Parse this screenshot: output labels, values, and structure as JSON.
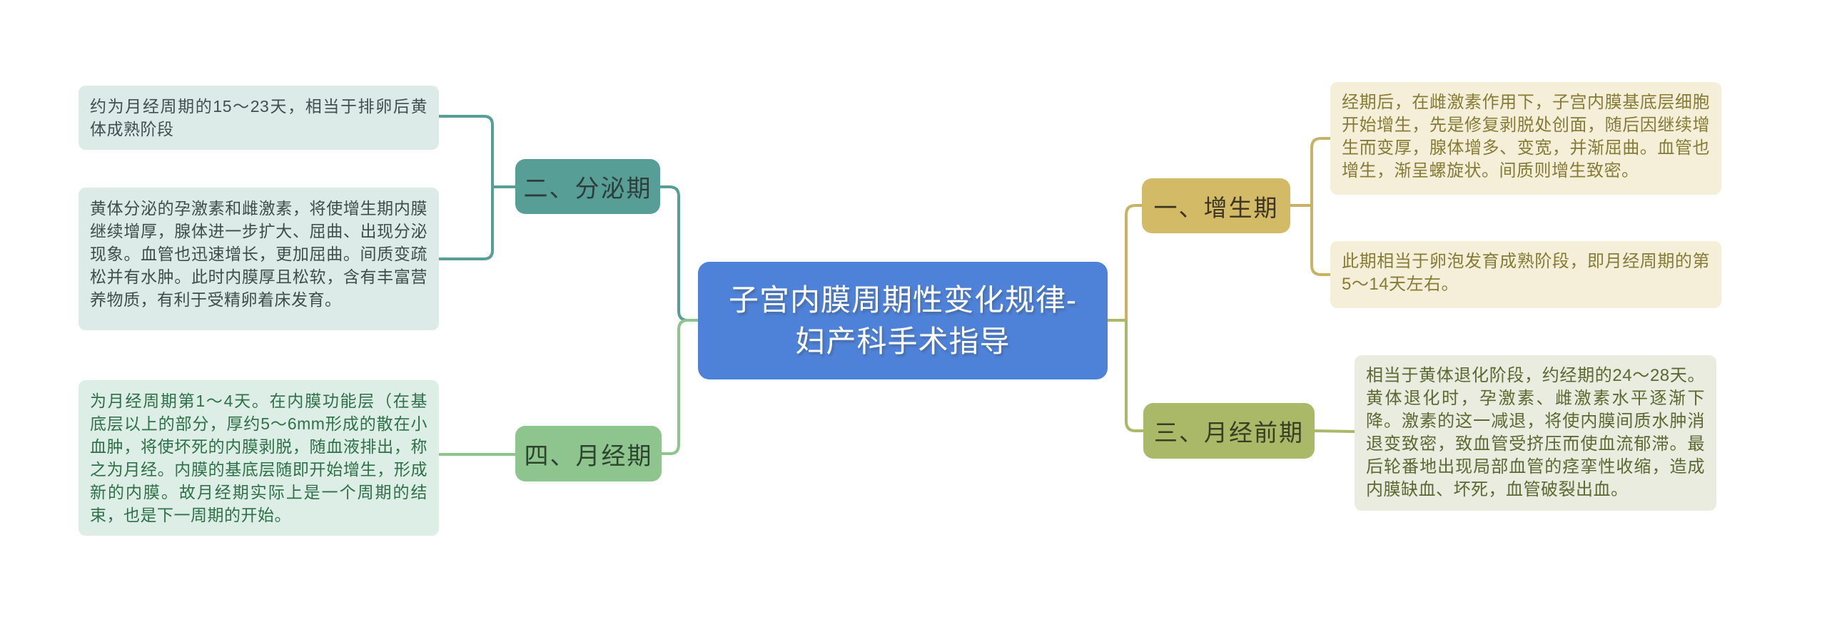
{
  "title": {
    "line1": "子宫内膜周期性变化规律-",
    "line2": "妇产科手术指导",
    "full": "子宫内膜周期性变化规律-妇产科手术指导"
  },
  "branches": {
    "proliferative": {
      "label": "一、增生期",
      "notes": [
        "经期后，在雌激素作用下，子宫内膜基底层细胞开始增生，先是修复剥脱处创面，随后因继续增生而变厚，腺体增多、变宽，并渐屈曲。血管也增生，渐呈螺旋状。间质则增生致密。",
        "此期相当于卵泡发育成熟阶段，即月经周期的第5～14天左右。"
      ]
    },
    "secretory": {
      "label": "二、分泌期",
      "notes": [
        "约为月经周期的15～23天，相当于排卵后黄体成熟阶段",
        "黄体分泌的孕激素和雌激素，将使增生期内膜继续增厚，腺体进一步扩大、屈曲、出现分泌现象。血管也迅速增长，更加屈曲。间质变疏松并有水肿。此时内膜厚且松软，含有丰富营养物质，有利于受精卵着床发育。"
      ]
    },
    "premenstrual": {
      "label": "三、月经前期",
      "notes": [
        "相当于黄体退化阶段，约经期的24～28天。黄体退化时，孕激素、雌激素水平逐渐下降。激素的这一减退，将使内膜间质水肿消退变致密，致血管受挤压而使血流郁滞。最后轮番地出现局部血管的痉挛性收缩，造成内膜缺血、坏死，血管破裂出血。"
      ]
    },
    "menstrual": {
      "label": "四、月经期",
      "notes": [
        "为月经周期第1～4天。在内膜功能层（在基底层以上的部分，厚约5～6mm形成的散在小血肿，将使坏死的内膜剥脱，随血液排出，称之为月经。内膜的基底层随即开始增生，形成新的内膜。故月经期实际上是一个周期的结束，也是下一周期的开始。"
      ]
    }
  },
  "colors": {
    "background": "#ffffff",
    "center_node_bg": "#4e82d8",
    "center_node_text": "#ffffff",
    "secretory_node_bg": "#579e97",
    "menstrual_node_bg": "#8ec48e",
    "proliferative_node_bg": "#d3ba67",
    "premenstrual_node_bg": "#a9b968",
    "left_note_bg": "#dcebe8",
    "menstrual_note_bg": "#ddeee6",
    "right_note_bg": "#f5efda",
    "premenstrual_note_bg": "#e9ecdf",
    "teal_line": "#579e97",
    "green_line": "#8ec48e",
    "gold_line": "#c9b264",
    "olive_line": "#a9b968"
  }
}
